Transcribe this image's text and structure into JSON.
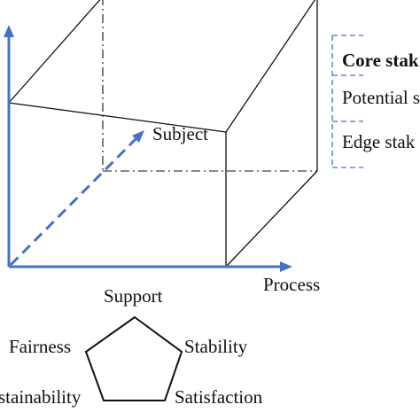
{
  "axes": {
    "subject": "Subject",
    "process": "Process"
  },
  "legend": {
    "items": [
      {
        "label": "Core stak",
        "bold": true
      },
      {
        "label": "Potential s",
        "bold": false
      },
      {
        "label": "Edge stak",
        "bold": false
      }
    ]
  },
  "pentagon": {
    "top": "Support",
    "left": "Fairness",
    "right": "Stability",
    "bottom_left": "stainability",
    "bottom_right": "Satisfaction"
  },
  "colors": {
    "axis": "#4472C4",
    "line": "#111111",
    "text": "#111111"
  }
}
